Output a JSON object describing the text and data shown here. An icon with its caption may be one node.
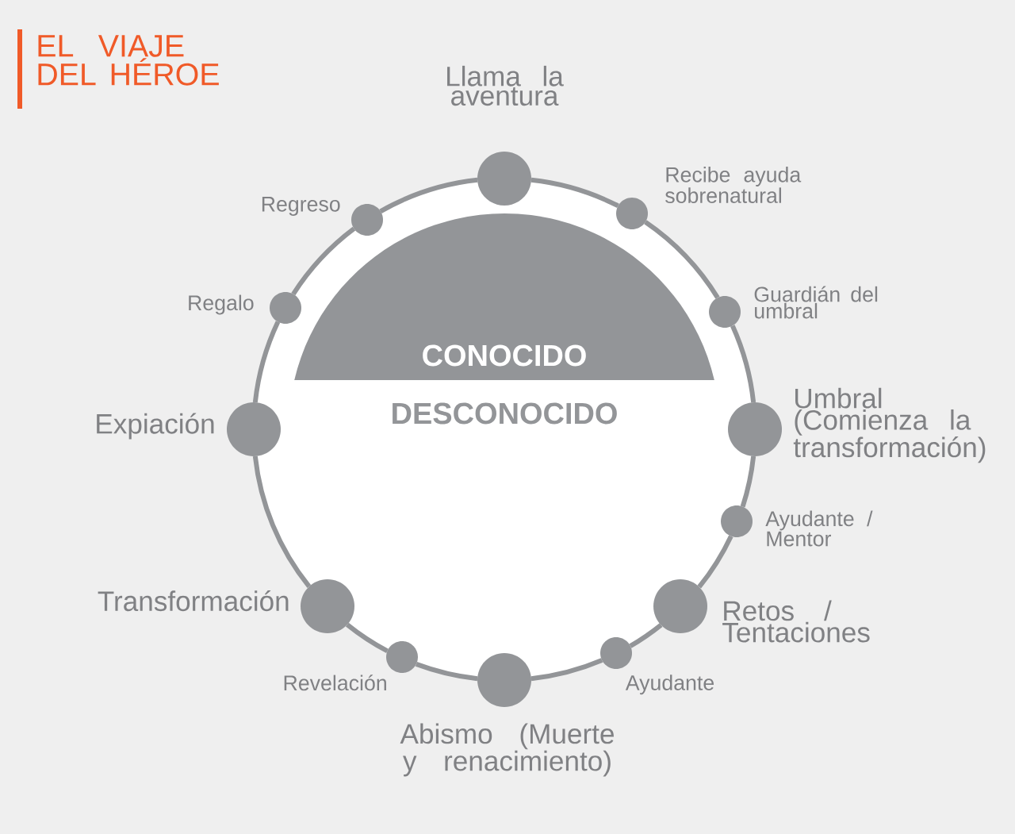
{
  "diagram": {
    "title": "EL VIAJE DEL HÉROE",
    "nodes": [
      {
        "text": [],
        "shape": "circle",
        "beside": [
          "Llama la aventura"
        ]
      },
      {
        "text": [],
        "shape": "circle",
        "beside": [
          "Recibe ayuda sobrenatural"
        ]
      },
      {
        "text": [],
        "shape": "circle",
        "beside": [
          "Guardián del umbral"
        ]
      },
      {
        "text": [],
        "shape": "circle",
        "beside": [
          "Umbral (Comienza la transformación)"
        ]
      },
      {
        "text": [],
        "shape": "circle",
        "beside": [
          "Ayudante / Mentor"
        ]
      },
      {
        "text": [],
        "shape": "circle",
        "beside": [
          "Retos / Tentaciones"
        ]
      },
      {
        "text": [],
        "shape": "circle",
        "beside": [
          "Ayudante"
        ]
      },
      {
        "text": [],
        "shape": "circle",
        "beside": [
          "Abismo (Muerte y renacimiento)"
        ]
      },
      {
        "text": [],
        "shape": "circle",
        "beside": [
          "Revelación"
        ]
      },
      {
        "text": [],
        "shape": "circle",
        "beside": [
          "Transformación"
        ]
      },
      {
        "text": [],
        "shape": "circle",
        "beside": [
          "Expiación"
        ]
      },
      {
        "text": [],
        "shape": "circle",
        "beside": [
          "Regalo"
        ]
      },
      {
        "text": [],
        "shape": "circle",
        "beside": [
          "Regreso"
        ]
      },
      {
        "text": [
          "CONOCIDO"
        ]
      }
    ],
    "edges": [
      {
        "from": 0,
        "to": 1,
        "arrow": "none"
      },
      {
        "from": 1,
        "to": 2,
        "arrow": "none"
      },
      {
        "from": 2,
        "to": 3,
        "arrow": "none"
      },
      {
        "from": 3,
        "to": 4,
        "arrow": "none"
      },
      {
        "from": 4,
        "to": 5,
        "arrow": "none"
      },
      {
        "from": 5,
        "to": 6,
        "arrow": "none"
      },
      {
        "from": 6,
        "to": 7,
        "arrow": "none"
      },
      {
        "from": 7,
        "to": 8,
        "arrow": "none"
      },
      {
        "from": 8,
        "to": 9,
        "arrow": "none"
      },
      {
        "from": 9,
        "to": 10,
        "arrow": "none"
      },
      {
        "from": 10,
        "to": 11,
        "arrow": "none"
      },
      {
        "from": 11,
        "to": 12,
        "arrow": "none"
      },
      {
        "from": 12,
        "to": 0,
        "arrow": "none"
      }
    ],
    "labels": [
      "DESCONOCIDO"
    ]
  }
}
